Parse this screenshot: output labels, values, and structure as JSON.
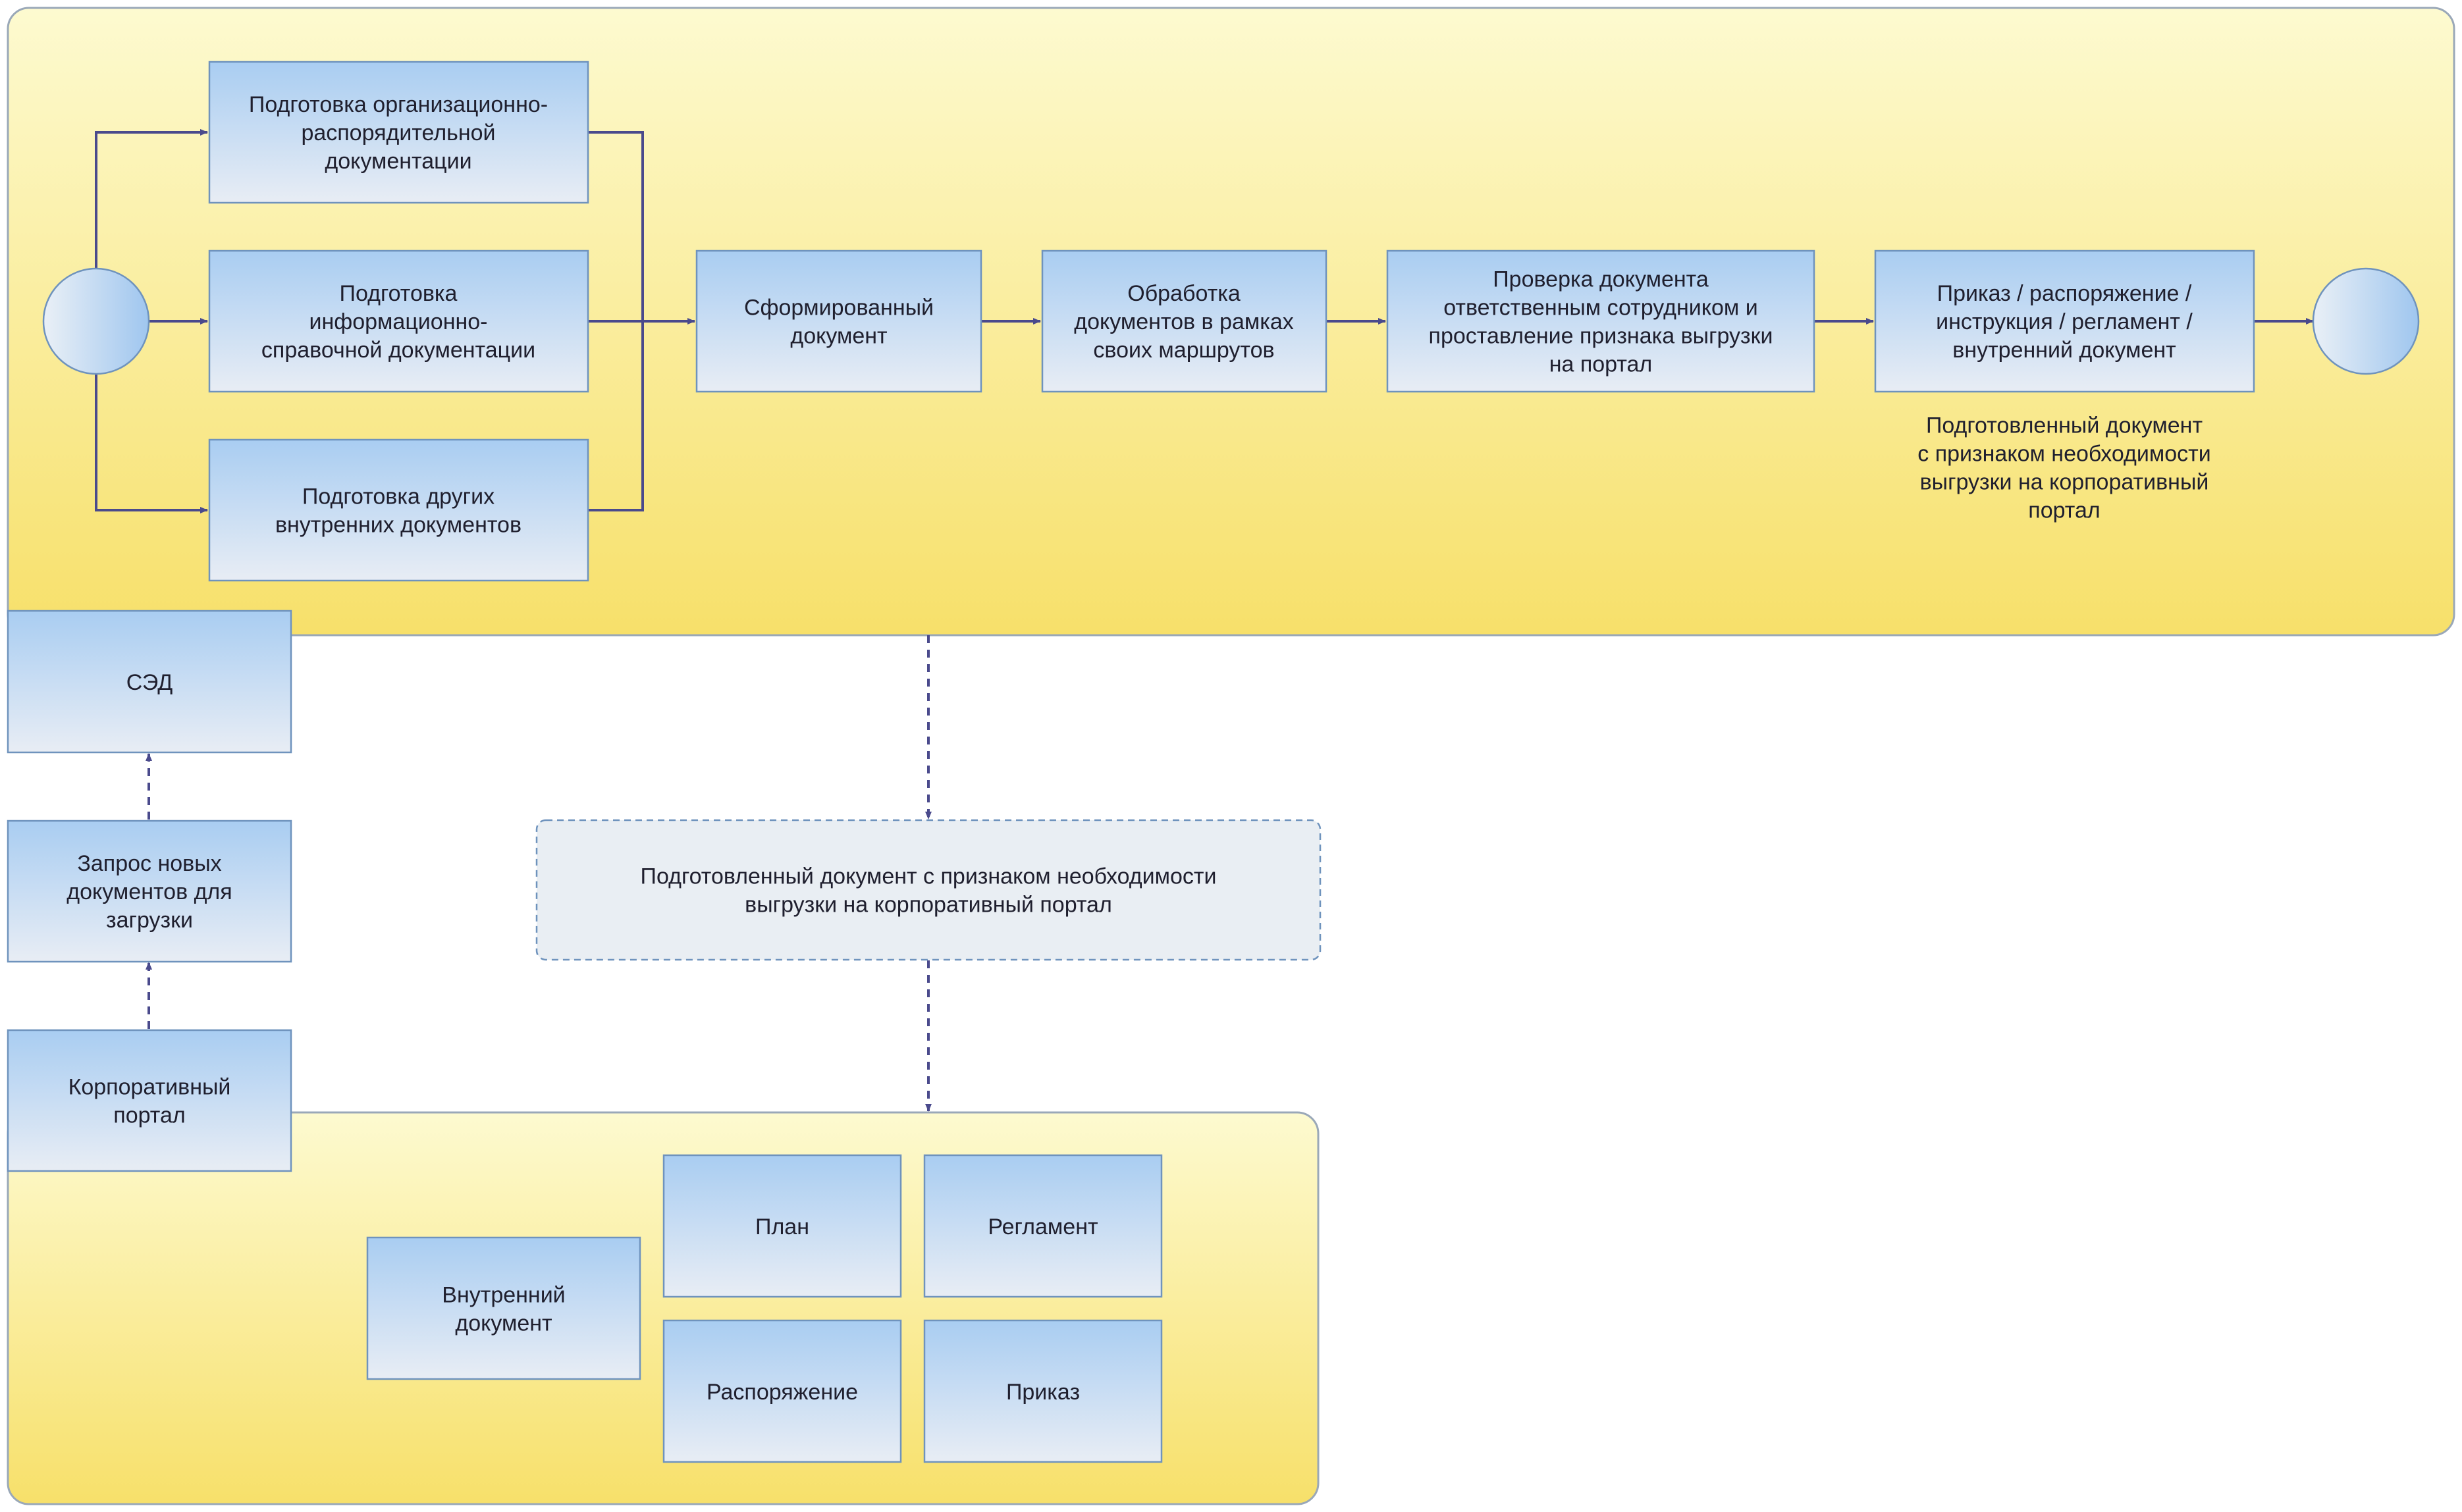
{
  "boxes": {
    "prep_org": "Подготовка организационно-\nраспорядительной\nдокументации",
    "prep_info": "Подготовка\nинформационно-\nсправочной документации",
    "prep_other": "Подготовка других\nвнутренних документов",
    "formed_doc": "Сформированный\nдокумент",
    "processing": "Обработка\nдокументов в рамках\nсвоих маршрутов",
    "verification": "Проверка документа\nответственным сотрудником и\nпроставление признака выгрузки\nна портал",
    "order_types": "Приказ / распоряжение /\nинструкция / регламент /\nвнутренний документ",
    "sed": "СЭД",
    "request": "Запрос новых\nдокументов для\nзагрузки",
    "portal": "Корпоративный\nпортал",
    "internal_doc": "Внутренний\nдокумент",
    "plan": "План",
    "regulation": "Регламент",
    "disposition": "Распоряжение",
    "order": "Приказ"
  },
  "notes": {
    "prepared_doc_top": "Подготовленный документ\nс признаком необходимости\nвыгрузки на корпоративный\nпортал",
    "prepared_doc_middle": "Подготовленный документ с признаком необходимости\nвыгрузки на корпоративный портал"
  },
  "colors": {
    "pool_top": "#fdfad0",
    "pool_bottom": "#f7e06a",
    "box_top": "#a9cdf2",
    "box_bottom": "#e8edf4",
    "border": "#6f93bd",
    "arrow": "#4a4a8c"
  }
}
